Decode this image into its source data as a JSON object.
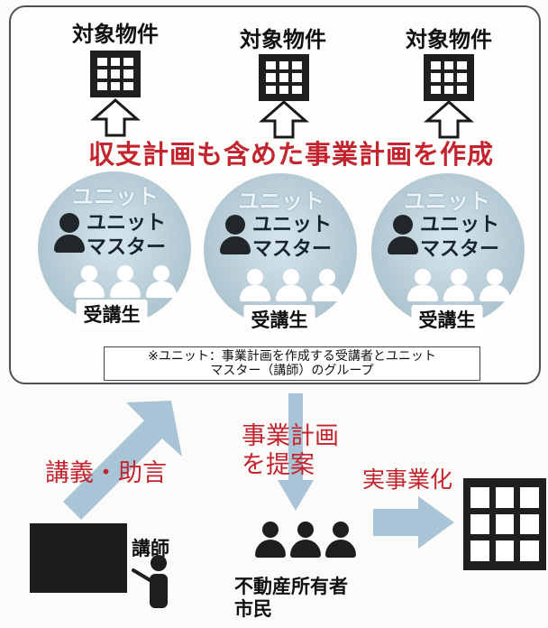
{
  "units": [
    {
      "target_label": "対象物件",
      "unit_word": "ユニット",
      "master_line1": "ユニット",
      "master_line2": "マスター",
      "trainee_label": "受講生"
    },
    {
      "target_label": "対象物件",
      "unit_word": "ユニット",
      "master_line1": "ユニット",
      "master_line2": "マスター",
      "trainee_label": "受講生"
    },
    {
      "target_label": "対象物件",
      "unit_word": "ユニット",
      "master_line1": "ユニット",
      "master_line2": "マスター",
      "trainee_label": "受講生"
    }
  ],
  "plan_heading": "収支計画も含めた事業計画を作成",
  "note": {
    "line1": "※ユニット：事業計画を作成する受講者とユニット",
    "line2": "マスター（講師）のグループ"
  },
  "lecture_label": "講義・助言",
  "propose_label": {
    "line1": "事業計画",
    "line2": "を提案"
  },
  "realize_label": "実事業化",
  "instructor_label": "講師",
  "owners_label": {
    "line1": "不動産所有者",
    "line2": "市民"
  },
  "colors": {
    "accent_red": "#c2252f",
    "arrow_blue": "#a9c4d6",
    "unit_circle": "#b7ccd6",
    "dark": "#1f1f1f"
  },
  "icons": [
    "building-icon",
    "up-arrow-icon",
    "person-icon",
    "trainee-group-icon",
    "blackboard-icon",
    "instructor-icon",
    "right-arrow-icon",
    "down-arrow-icon"
  ]
}
